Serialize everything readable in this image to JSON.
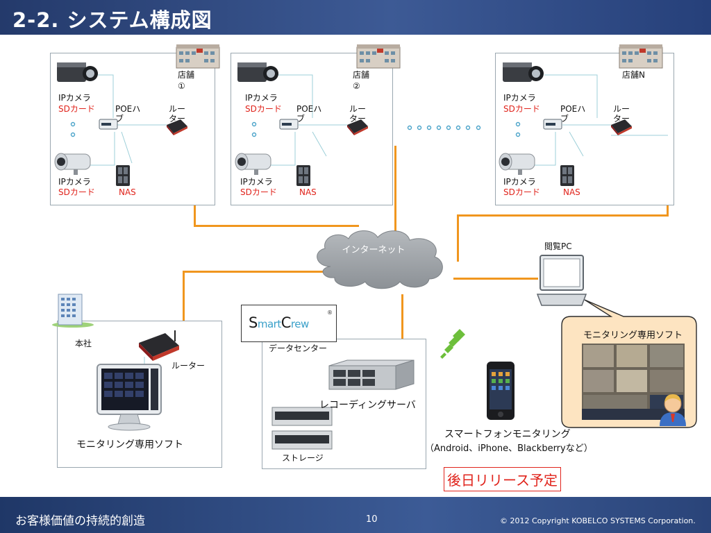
{
  "slide": {
    "title": "2-2. システム構成図",
    "footer_tagline": "お客様価値の持続的創造",
    "page_number": "10",
    "copyright": "©  2012 Copyright  KOBELCO SYSTEMS Corporation."
  },
  "stores": [
    {
      "name_line1": "店舗",
      "name_line2": "①",
      "ip_camera": "IPカメラ",
      "sd_card": "SDカード",
      "poe_hub": "POEハブ",
      "router": "ルーター",
      "ip_camera2": "IPカメラ",
      "sd_card2": "SDカード",
      "nas": "NAS"
    },
    {
      "name_line1": "店舗",
      "name_line2": "②",
      "ip_camera": "IPカメラ",
      "sd_card": "SDカード",
      "poe_hub": "POEハブ",
      "router": "ルーター",
      "ip_camera2": "IPカメラ",
      "sd_card2": "SDカード",
      "nas": "NAS"
    },
    {
      "name_line1": "店舗N",
      "name_line2": "",
      "ip_camera": "IPカメラ",
      "sd_card": "SDカード",
      "poe_hub": "POEハブ",
      "router": "ルーター",
      "ip_camera2": "IPカメラ",
      "sd_card2": "SDカード",
      "nas": "NAS"
    }
  ],
  "internet": {
    "label": "インターネット"
  },
  "viewing_pc": {
    "label": "閲覧PC"
  },
  "monitoring_callout": {
    "label": "モニタリング専用ソフト"
  },
  "headquarters": {
    "label": "本社",
    "router": "ルーター",
    "software": "モニタリング専用ソフト"
  },
  "datacenter": {
    "brand_s": "S",
    "brand_mart": "mart",
    "brand_c": "C",
    "brand_rew": "rew",
    "brand_reg": "®",
    "label": "データセンター",
    "recording_server": "レコーディングサーバ",
    "storage": "ストレージ"
  },
  "smartphone": {
    "label": "スマートフォンモニタリング",
    "sub": "（Android、iPhone、Blackberryなど）",
    "release": "後日リリース予定"
  },
  "colors": {
    "title_bar": "#2d4a86",
    "wire": "#f0961e",
    "accent_red": "#e0231b",
    "cloud": "#9ea3a8",
    "callout_fill": "#fde4c1"
  }
}
